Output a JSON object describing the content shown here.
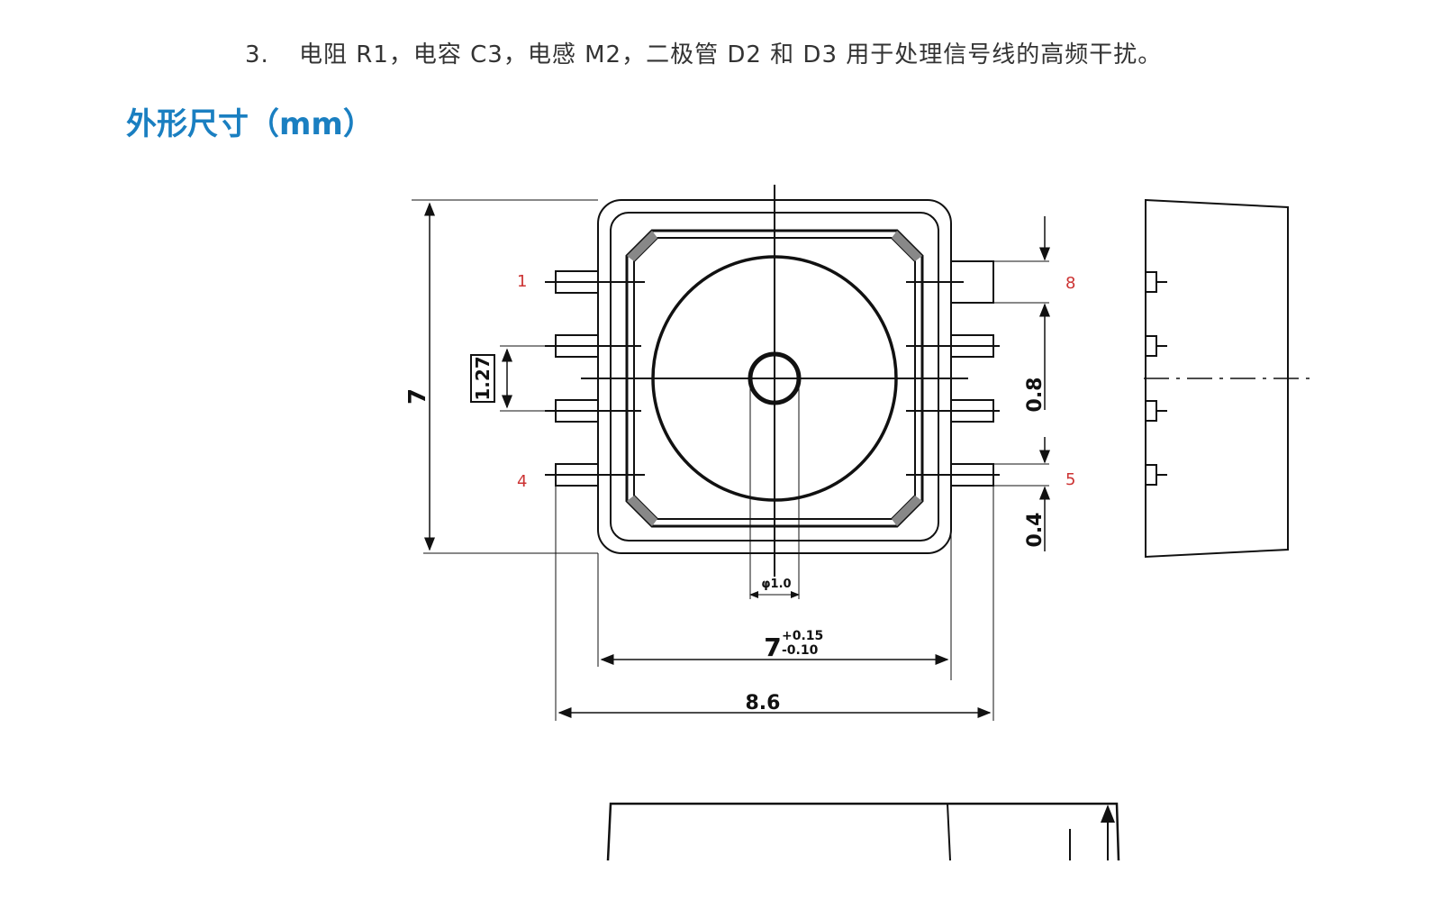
{
  "note": {
    "number": "3.",
    "text": "电阻 R1，电容 C3，电感 M2，二极管 D2 和 D3 用于处理信号线的高频干扰。"
  },
  "section": {
    "title": "外形尺寸（mm）"
  },
  "drawing": {
    "pins": {
      "pin1": "1",
      "pin4": "4",
      "pin5": "5",
      "pin8": "8"
    },
    "dimensions": {
      "height": "7",
      "pitch": "1.27",
      "hole": "φ1.0",
      "body_width": "7",
      "tol_plus": "+0.15",
      "tol_minus": "-0.10",
      "overall_width": "8.6",
      "lead_spacing": "0.8",
      "lead_width": "0.4"
    }
  }
}
